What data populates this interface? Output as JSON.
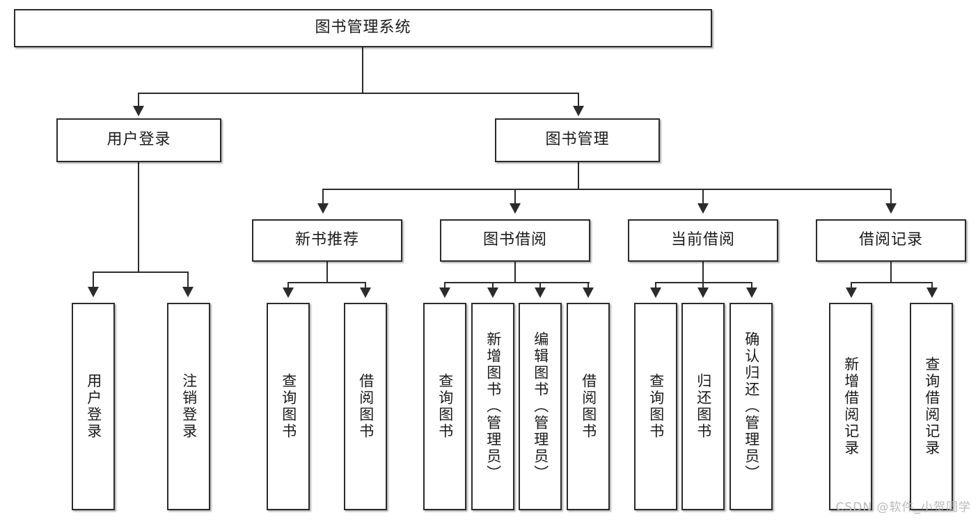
{
  "diagram": {
    "title_node": {
      "label": "图书管理系统"
    },
    "level2": [
      {
        "id": "user-login",
        "label": "用户登录"
      },
      {
        "id": "book-management",
        "label": "图书管理"
      }
    ],
    "level3": [
      {
        "id": "new-book-recommend",
        "label": "新书推荐"
      },
      {
        "id": "book-borrow",
        "label": "图书借阅"
      },
      {
        "id": "current-borrow",
        "label": "当前借阅"
      },
      {
        "id": "borrow-record",
        "label": "借阅记录"
      }
    ],
    "leaves": [
      {
        "id": "leaf-user-login",
        "label": "用户登录"
      },
      {
        "id": "leaf-logout-login",
        "label": "注销登录"
      },
      {
        "id": "leaf-query-book-1",
        "label": "查询图书"
      },
      {
        "id": "leaf-borrow-book-1",
        "label": "借阅图书"
      },
      {
        "id": "leaf-query-book-2",
        "label": "查询图书"
      },
      {
        "id": "leaf-add-book-admin",
        "label": "新增图书（管理员）"
      },
      {
        "id": "leaf-edit-book-admin",
        "label": "编辑图书（管理员）"
      },
      {
        "id": "leaf-borrow-book-2",
        "label": "借阅图书"
      },
      {
        "id": "leaf-query-book-3",
        "label": "查询图书"
      },
      {
        "id": "leaf-return-book",
        "label": "归还图书"
      },
      {
        "id": "leaf-confirm-return-admin",
        "label": "确认归还（管理员）"
      },
      {
        "id": "leaf-add-borrow-record",
        "label": "新增借阅记录"
      },
      {
        "id": "leaf-query-borrow-record",
        "label": "查询借阅记录"
      }
    ]
  },
  "watermark": {
    "text": "CSDN @软件_小贺同学"
  }
}
